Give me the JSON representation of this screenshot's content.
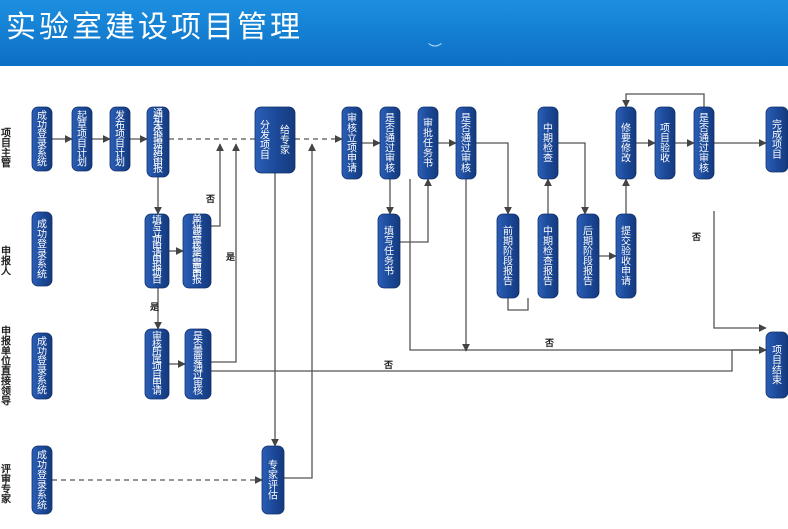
{
  "header": {
    "title": "实验室建设项目管理"
  },
  "lanes": {
    "lead": "项目主管",
    "app": "申报人",
    "unit": "申报单位直接领导",
    "expert": "评审专家"
  },
  "nodes": {
    "login_lead": "成功登录系统",
    "draft_plan": "起草项目计划",
    "publish_plan": "发布项目计划",
    "notify": "通知未依据提组织申报",
    "fill_apply": "填写立项申请申报项目",
    "unit_review": "单位领导审核是否需要申报",
    "review_unit": "审核所属项目申请",
    "unit_pass": "是否需要通过审核",
    "dispatch": "分发项目给专家",
    "expert_eval": "专家评估",
    "review_setup": "审核立项申请",
    "pass1": "是否通过审核",
    "approve_task": "审批任务书",
    "pass2": "是否通过审核",
    "mid_check": "中期检查",
    "revise": "修要修改",
    "accept": "项目验收",
    "pass3": "是否通过审核",
    "complete": "完成项目",
    "fill_task": "填写任务书",
    "pre_report": "前期阶段报告",
    "mid_report": "中期检查报告",
    "post_report": "后期阶段报告",
    "submit_accept": "提交验收申请",
    "end": "项目结束",
    "login_app": "成功登录系统",
    "login_unit": "成功登录系统",
    "login_expert": "成功登录系统"
  },
  "edge_labels": {
    "no1": "否",
    "yes1": "是",
    "yes2": "是",
    "no2": "否",
    "no3": "否",
    "no4": "否"
  },
  "colors": {
    "node": "#1c4a9a",
    "header": "#0c6fc4",
    "line": "#444444"
  }
}
